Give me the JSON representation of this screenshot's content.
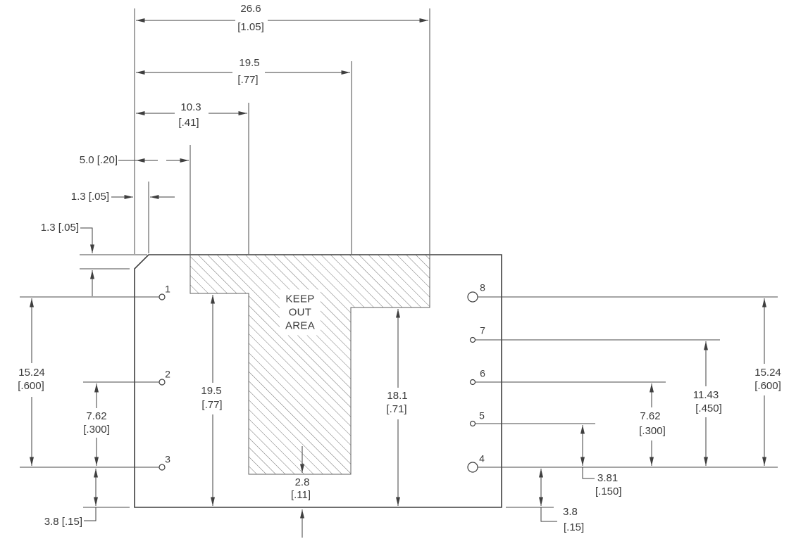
{
  "colors": {
    "line": "#3f3f3f",
    "text": "#3a3a3a",
    "hatch": "#747474",
    "background": "#ffffff"
  },
  "keep_out_area": {
    "line1": "KEEP",
    "line2": "OUT",
    "line3": "AREA"
  },
  "pins": [
    {
      "number": "1"
    },
    {
      "number": "2"
    },
    {
      "number": "3"
    },
    {
      "number": "4"
    },
    {
      "number": "5"
    },
    {
      "number": "6"
    },
    {
      "number": "7"
    },
    {
      "number": "8"
    }
  ],
  "dimensions": {
    "top_overall_width": {
      "mm": "26.6",
      "inch": "[1.05]"
    },
    "top_width_19_5": {
      "mm": "19.5",
      "inch": "[.77]"
    },
    "top_width_10_3": {
      "mm": "10.3",
      "inch": "[.41]"
    },
    "keepout_left_offset": {
      "label": "5.0 [.20]"
    },
    "chamfer_width": {
      "label": "1.3 [.05]"
    },
    "chamfer_depth": {
      "label": "1.3 [.05]"
    },
    "left_pin1_pin3_span": {
      "mm": "15.24",
      "inch": "[.600]"
    },
    "left_pin2_pin3_pitch": {
      "mm": "7.62",
      "inch": "[.300]"
    },
    "left_pin3_to_bottom": {
      "label": "3.8 [.15]"
    },
    "keepout_left_height": {
      "mm": "19.5",
      "inch": "[.77]"
    },
    "keepout_right_height": {
      "mm": "18.1",
      "inch": "[.71]"
    },
    "keepout_bottom_gap": {
      "mm": "2.8",
      "inch": "[.11]"
    },
    "right_pin4_pin5_pitch": {
      "mm": "3.81",
      "inch": "[.150]"
    },
    "right_pin4_pin6_pitch": {
      "mm": "7.62",
      "inch": "[.300]"
    },
    "right_pin4_pin7_pitch": {
      "mm": "11.43",
      "inch": "[.450]"
    },
    "right_pin4_pin8_span": {
      "mm": "15.24",
      "inch": "[.600]"
    },
    "right_pin4_to_bottom": {
      "mm": "3.8",
      "inch": "[.15]"
    }
  }
}
